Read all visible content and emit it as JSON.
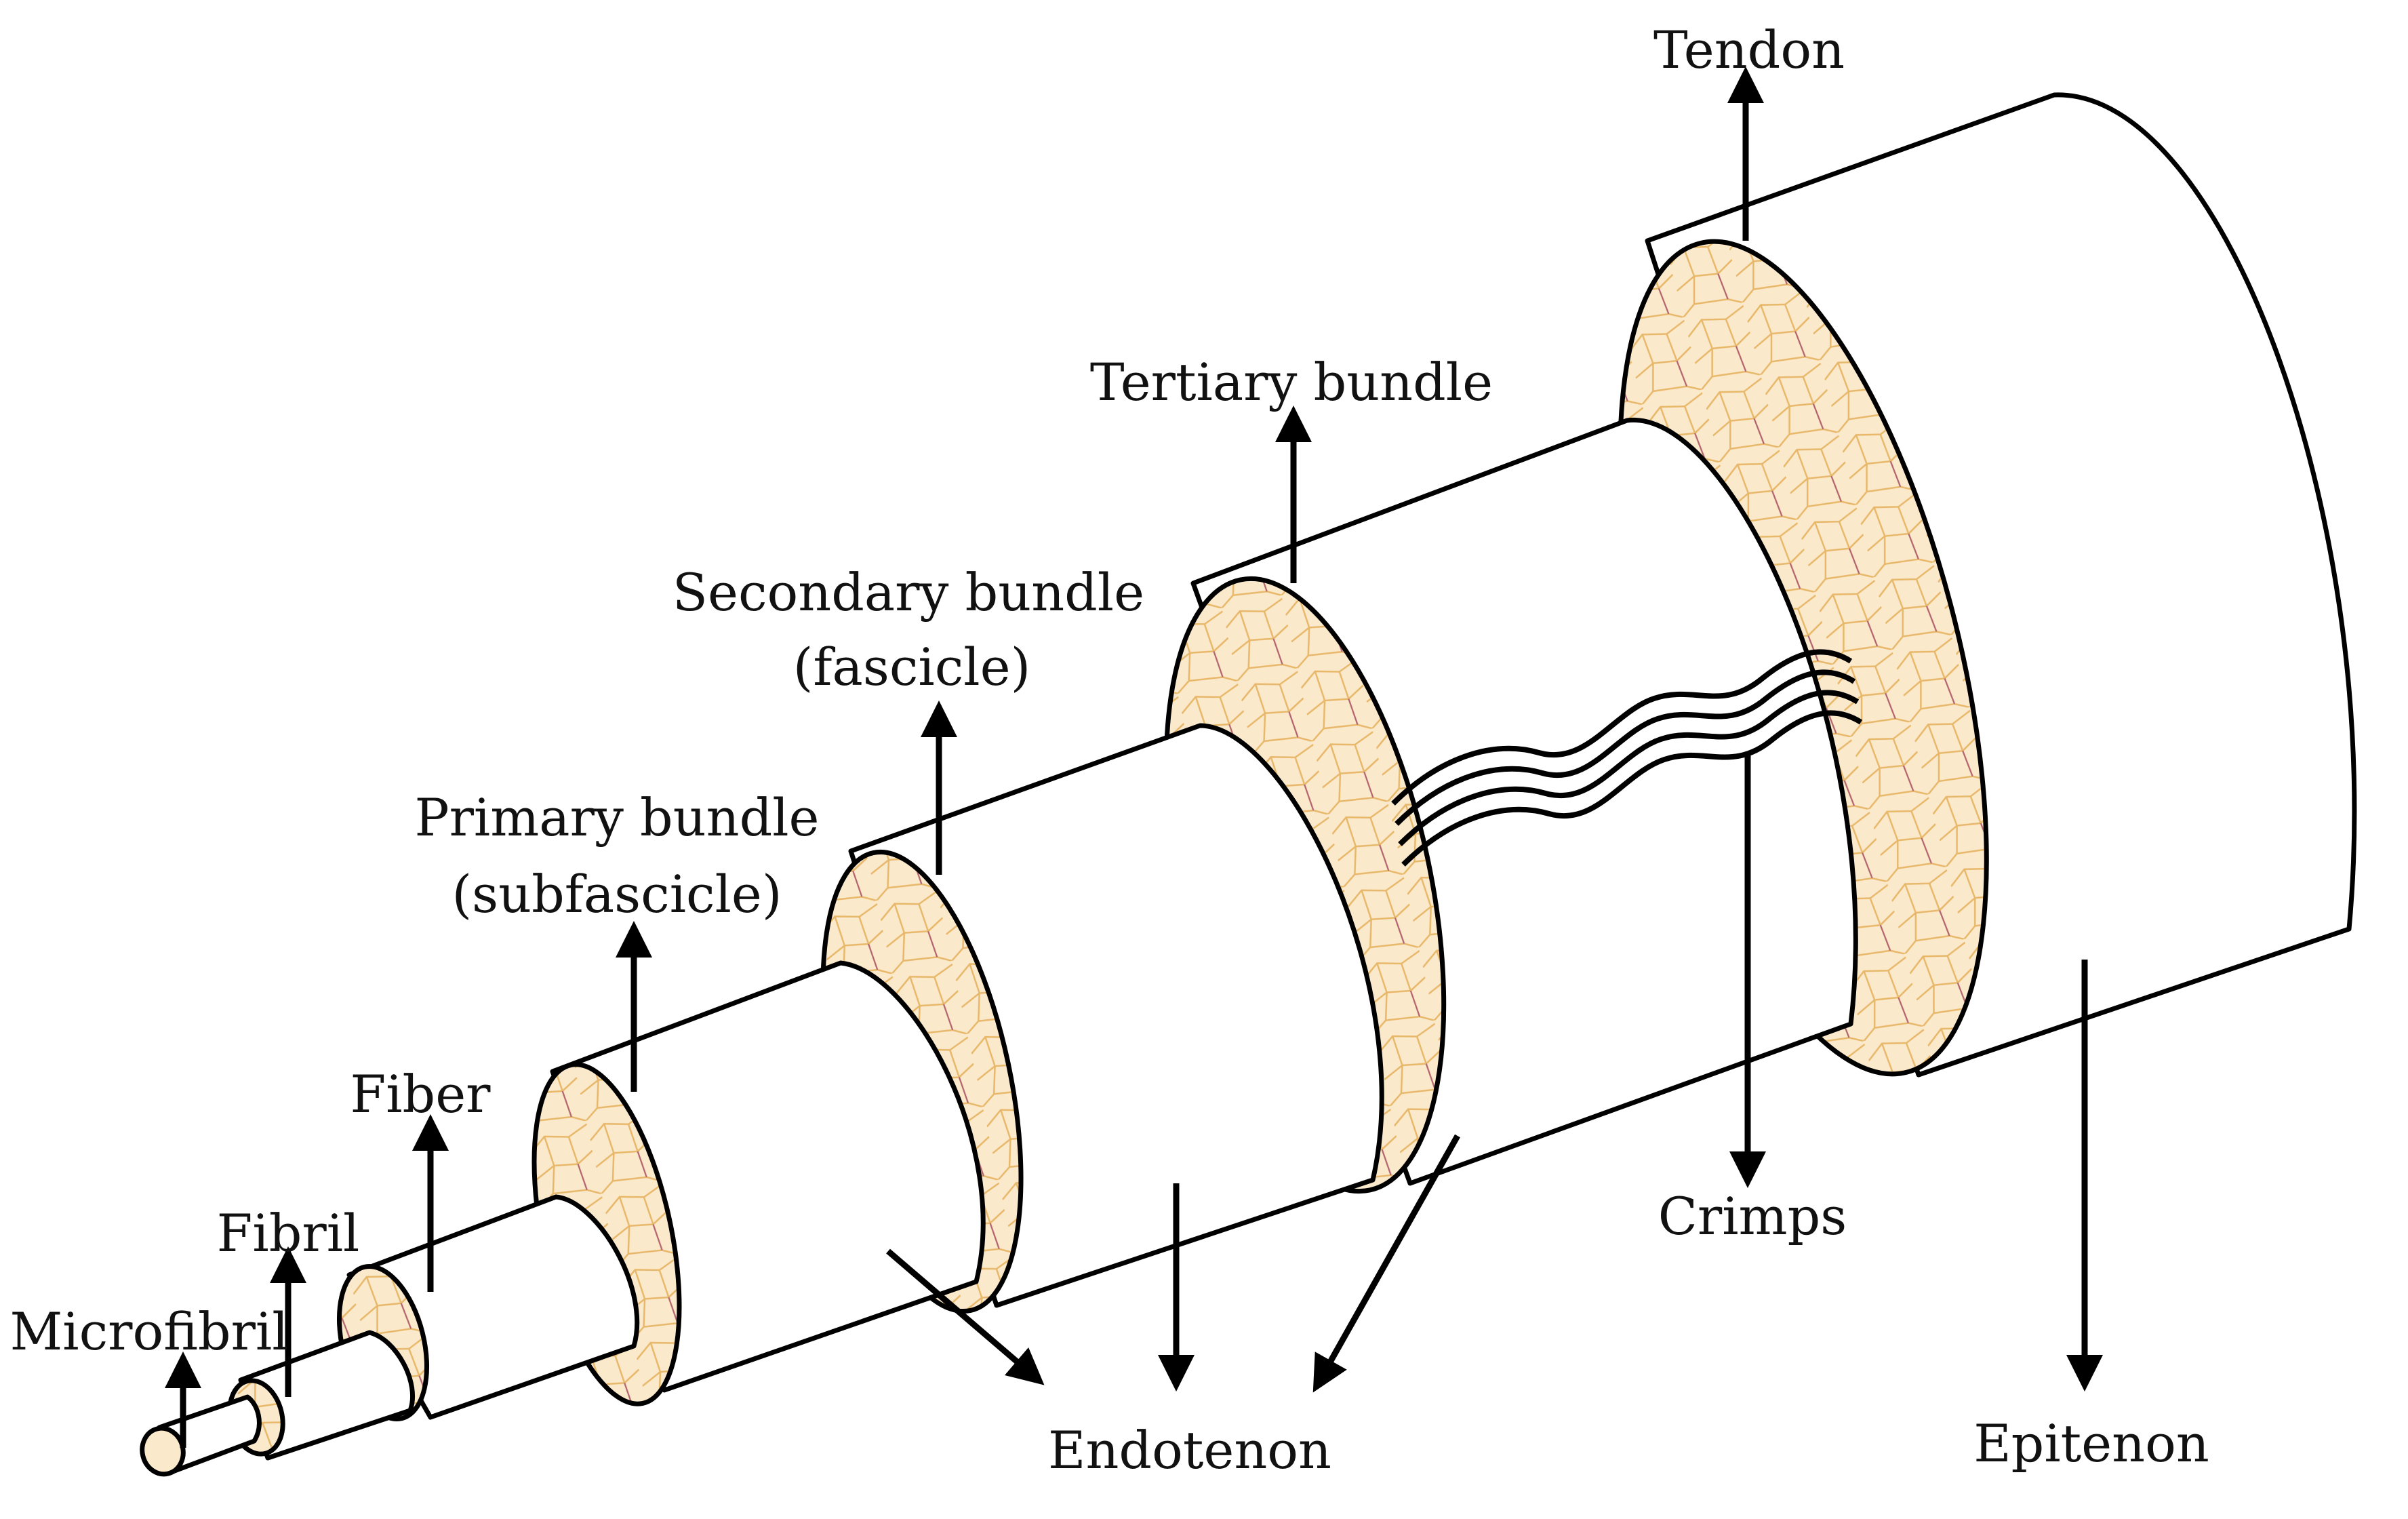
{
  "labels": {
    "tendon": "Tendon",
    "tertiary_bundle": "Tertiary bundle",
    "secondary_bundle_line1": "Secondary bundle",
    "secondary_bundle_line2": "(fascicle)",
    "primary_bundle_line1": "Primary bundle",
    "primary_bundle_line2": "(subfascicle)",
    "fiber": "Fiber",
    "fibril": "Fibril",
    "microfibril": "Microfibril",
    "crimps": "Crimps",
    "endotenon": "Endotenon",
    "epitenon": "Epitenon"
  },
  "colors": {
    "cross_section_fill": "#fbe9cc",
    "cell_lines": "#e8b86a",
    "cell_accent": "#b0607a",
    "outline": "#000000",
    "body": "#ffffff"
  }
}
